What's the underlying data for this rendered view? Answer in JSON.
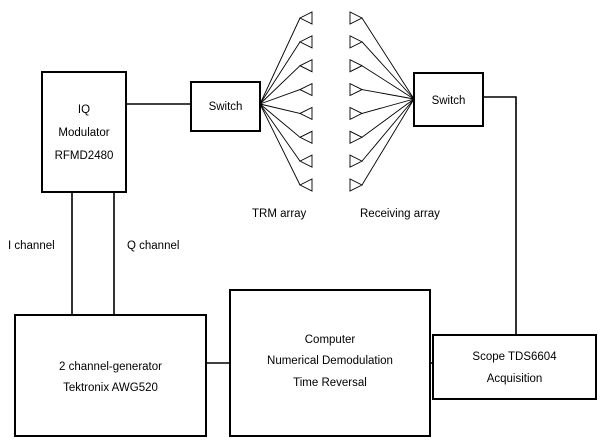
{
  "blocks": {
    "iq_modulator": {
      "lines": [
        "IQ",
        "Modulator",
        "RFMD2480"
      ]
    },
    "switch_tx": {
      "label": "Switch"
    },
    "switch_rx": {
      "label": "Switch"
    },
    "generator": {
      "lines": [
        "2 channel-generator",
        "Tektronix AWG520"
      ]
    },
    "computer": {
      "lines": [
        "Computer",
        "Numerical Demodulation",
        "Time Reversal"
      ]
    },
    "scope": {
      "lines": [
        "Scope TDS6604",
        "Acquisition"
      ]
    }
  },
  "labels": {
    "i_channel": "I channel",
    "q_channel": "Q channel",
    "trm_array": "TRM array",
    "receiving_array": "Receiving array"
  },
  "arrays": {
    "trm_count": 8,
    "receiving_count": 8
  }
}
